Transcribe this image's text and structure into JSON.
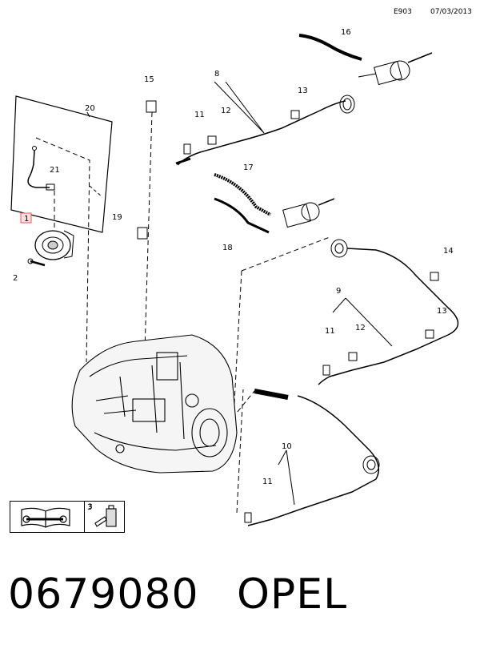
{
  "header": {
    "code": "E903",
    "date": "07/03/2013"
  },
  "callouts": {
    "c1": "1",
    "c2": "2",
    "c3": "3",
    "c8": "8",
    "c9": "9",
    "c10": "10",
    "c11a": "11",
    "c11b": "11",
    "c11c": "11",
    "c12a": "12",
    "c12b": "12",
    "c13a": "13",
    "c13b": "13",
    "c14": "14",
    "c15": "15",
    "c16": "16",
    "c17": "17",
    "c18": "18",
    "c19": "19",
    "c20": "20",
    "c21": "21"
  },
  "legend": {
    "tool_icon": "book-wrench-icon",
    "item_number": "3",
    "item_icon": "fluid-bottle-icon"
  },
  "footer": {
    "part_number": "0679080",
    "brand": "OPEL"
  },
  "colors": {
    "highlight_box": "#e85a5a",
    "line": "#000000"
  }
}
